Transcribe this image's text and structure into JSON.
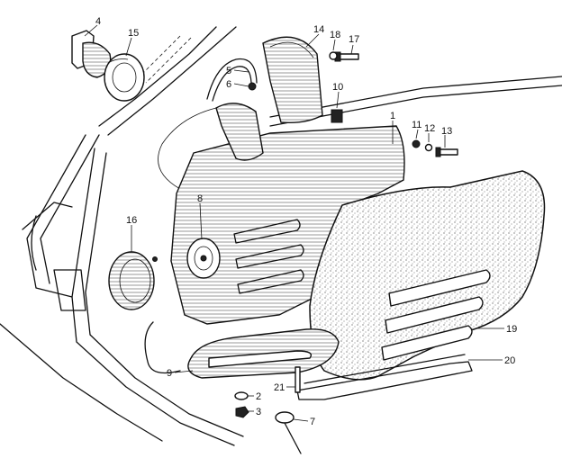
{
  "callouts": [
    {
      "id": "c4",
      "text": "4"
    },
    {
      "id": "c15",
      "text": "15"
    },
    {
      "id": "c14",
      "text": "14"
    },
    {
      "id": "c18",
      "text": "18"
    },
    {
      "id": "c17",
      "text": "17"
    },
    {
      "id": "c5",
      "text": "5"
    },
    {
      "id": "c6",
      "text": "6"
    },
    {
      "id": "c10",
      "text": "10"
    },
    {
      "id": "c1",
      "text": "1"
    },
    {
      "id": "c11",
      "text": "11"
    },
    {
      "id": "c12",
      "text": "12"
    },
    {
      "id": "c13",
      "text": "13"
    },
    {
      "id": "c8",
      "text": "8"
    },
    {
      "id": "c16",
      "text": "16"
    },
    {
      "id": "c19",
      "text": "19"
    },
    {
      "id": "c20",
      "text": "20"
    },
    {
      "id": "c9",
      "text": "9"
    },
    {
      "id": "c21",
      "text": "21"
    },
    {
      "id": "c2",
      "text": "2"
    },
    {
      "id": "c3",
      "text": "3"
    },
    {
      "id": "c7",
      "text": "7"
    }
  ],
  "colors": {
    "ink": "#111111",
    "paper": "#ffffff"
  }
}
